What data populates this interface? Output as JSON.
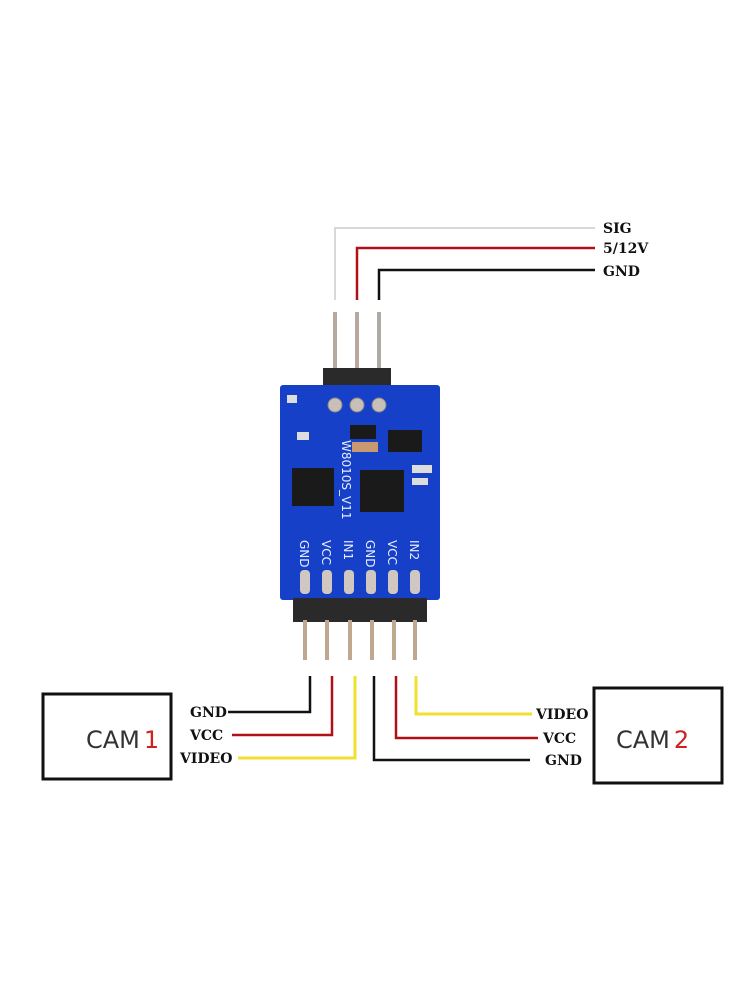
{
  "title": "Video switcher module wiring diagram",
  "board": {
    "model_label": "W8010S_V11",
    "bottom_pin_labels": [
      "GND",
      "VCC",
      "IN1",
      "GND",
      "VCC",
      "IN2"
    ],
    "colors": {
      "pcb": "#1640c8",
      "header": "#2a2a2a"
    }
  },
  "top_connector": {
    "labels": [
      "SIG",
      "5/12V",
      "GND"
    ],
    "wire_colors": [
      "#d8d8d8",
      "#b01018",
      "#111111"
    ]
  },
  "cam1": {
    "name": "CAM",
    "number": "1",
    "wire_labels": [
      "GND",
      "VCC",
      "VIDEO"
    ],
    "wire_colors": [
      "#111111",
      "#b01018",
      "#f0e030"
    ]
  },
  "cam2": {
    "name": "CAM",
    "number": "2",
    "wire_labels": [
      "VIDEO",
      "VCC",
      "GND"
    ],
    "wire_colors": [
      "#f0e030",
      "#b01018",
      "#111111"
    ]
  },
  "accent_number_color": "#d02020"
}
